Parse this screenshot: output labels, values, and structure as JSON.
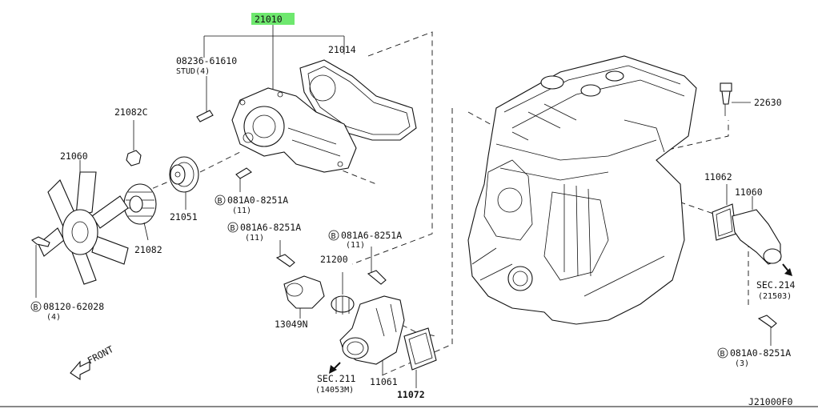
{
  "labels": {
    "assembly": "21010",
    "gasket_cover": "21014",
    "stud_part": "08236-61610",
    "stud_qty": "STUD(4)",
    "fan_blade": "21060",
    "fan_nut": "21082C",
    "fan_clutch": "21082",
    "pulley": "21051",
    "bolt_a_code": "081A0-8251A",
    "bolt_a_qty": "(11)",
    "bolt_b_code": "081A6-8251A",
    "bolt_b_qty": "(11)",
    "bolt_c_code": "081A6-8251A",
    "bolt_c_qty": "(11)",
    "thermostat": "21200",
    "water_inlet": "13049N",
    "inlet_housing": "11061",
    "inlet_gasket": "11072",
    "sec211": "SEC.211",
    "sec211_ref": "(14053M)",
    "fan_bolt_code": "08120-62028",
    "fan_bolt_qty": "(4)",
    "sensor": "22630",
    "outlet_gasket": "11062",
    "water_outlet": "11060",
    "sec214": "SEC.214",
    "sec214_ref": "(21503)",
    "outlet_bolt_code": "081A0-8251A",
    "outlet_bolt_qty": "(3)",
    "front": "FRONT",
    "diagram_code": "J21000F0",
    "bolt_symbol": "B"
  },
  "colors": {
    "highlight": "#6ee86e",
    "line": "#111111"
  }
}
